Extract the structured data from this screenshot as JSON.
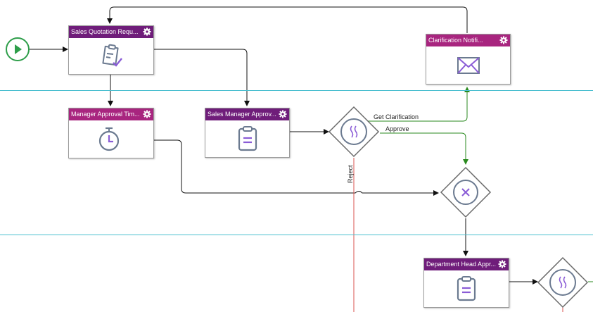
{
  "colors": {
    "header_purple": "#6f1d7a",
    "header_magenta": "#a8257f",
    "lane_divider": "#4bbfd0",
    "start_green": "#2e9e4a",
    "approve_green": "#2a8a1f",
    "reject_red": "#d9534f",
    "icon_gray": "#6b7a90",
    "icon_purple": "#8a5cd6"
  },
  "tasks": {
    "sales_quotation": "Sales Quotation Requ...",
    "manager_timer": "Manager Approval Tim...",
    "sales_manager": "Sales Manager Approv...",
    "clarification": "Clarification Notifi...",
    "department_head": "Department Head Appr..."
  },
  "flows": {
    "get_clarification": "Get Clarification",
    "approve": "Approve",
    "reject": "Reject"
  },
  "icons": {
    "start": "play-icon",
    "gear": "gear-icon",
    "task_form": "clipboard-check-icon",
    "timer": "stopwatch-icon",
    "approval_form": "clipboard-list-icon",
    "email": "envelope-icon",
    "gateway_parallel": "wave-icon",
    "gateway_exclusive": "x-circle-icon"
  }
}
